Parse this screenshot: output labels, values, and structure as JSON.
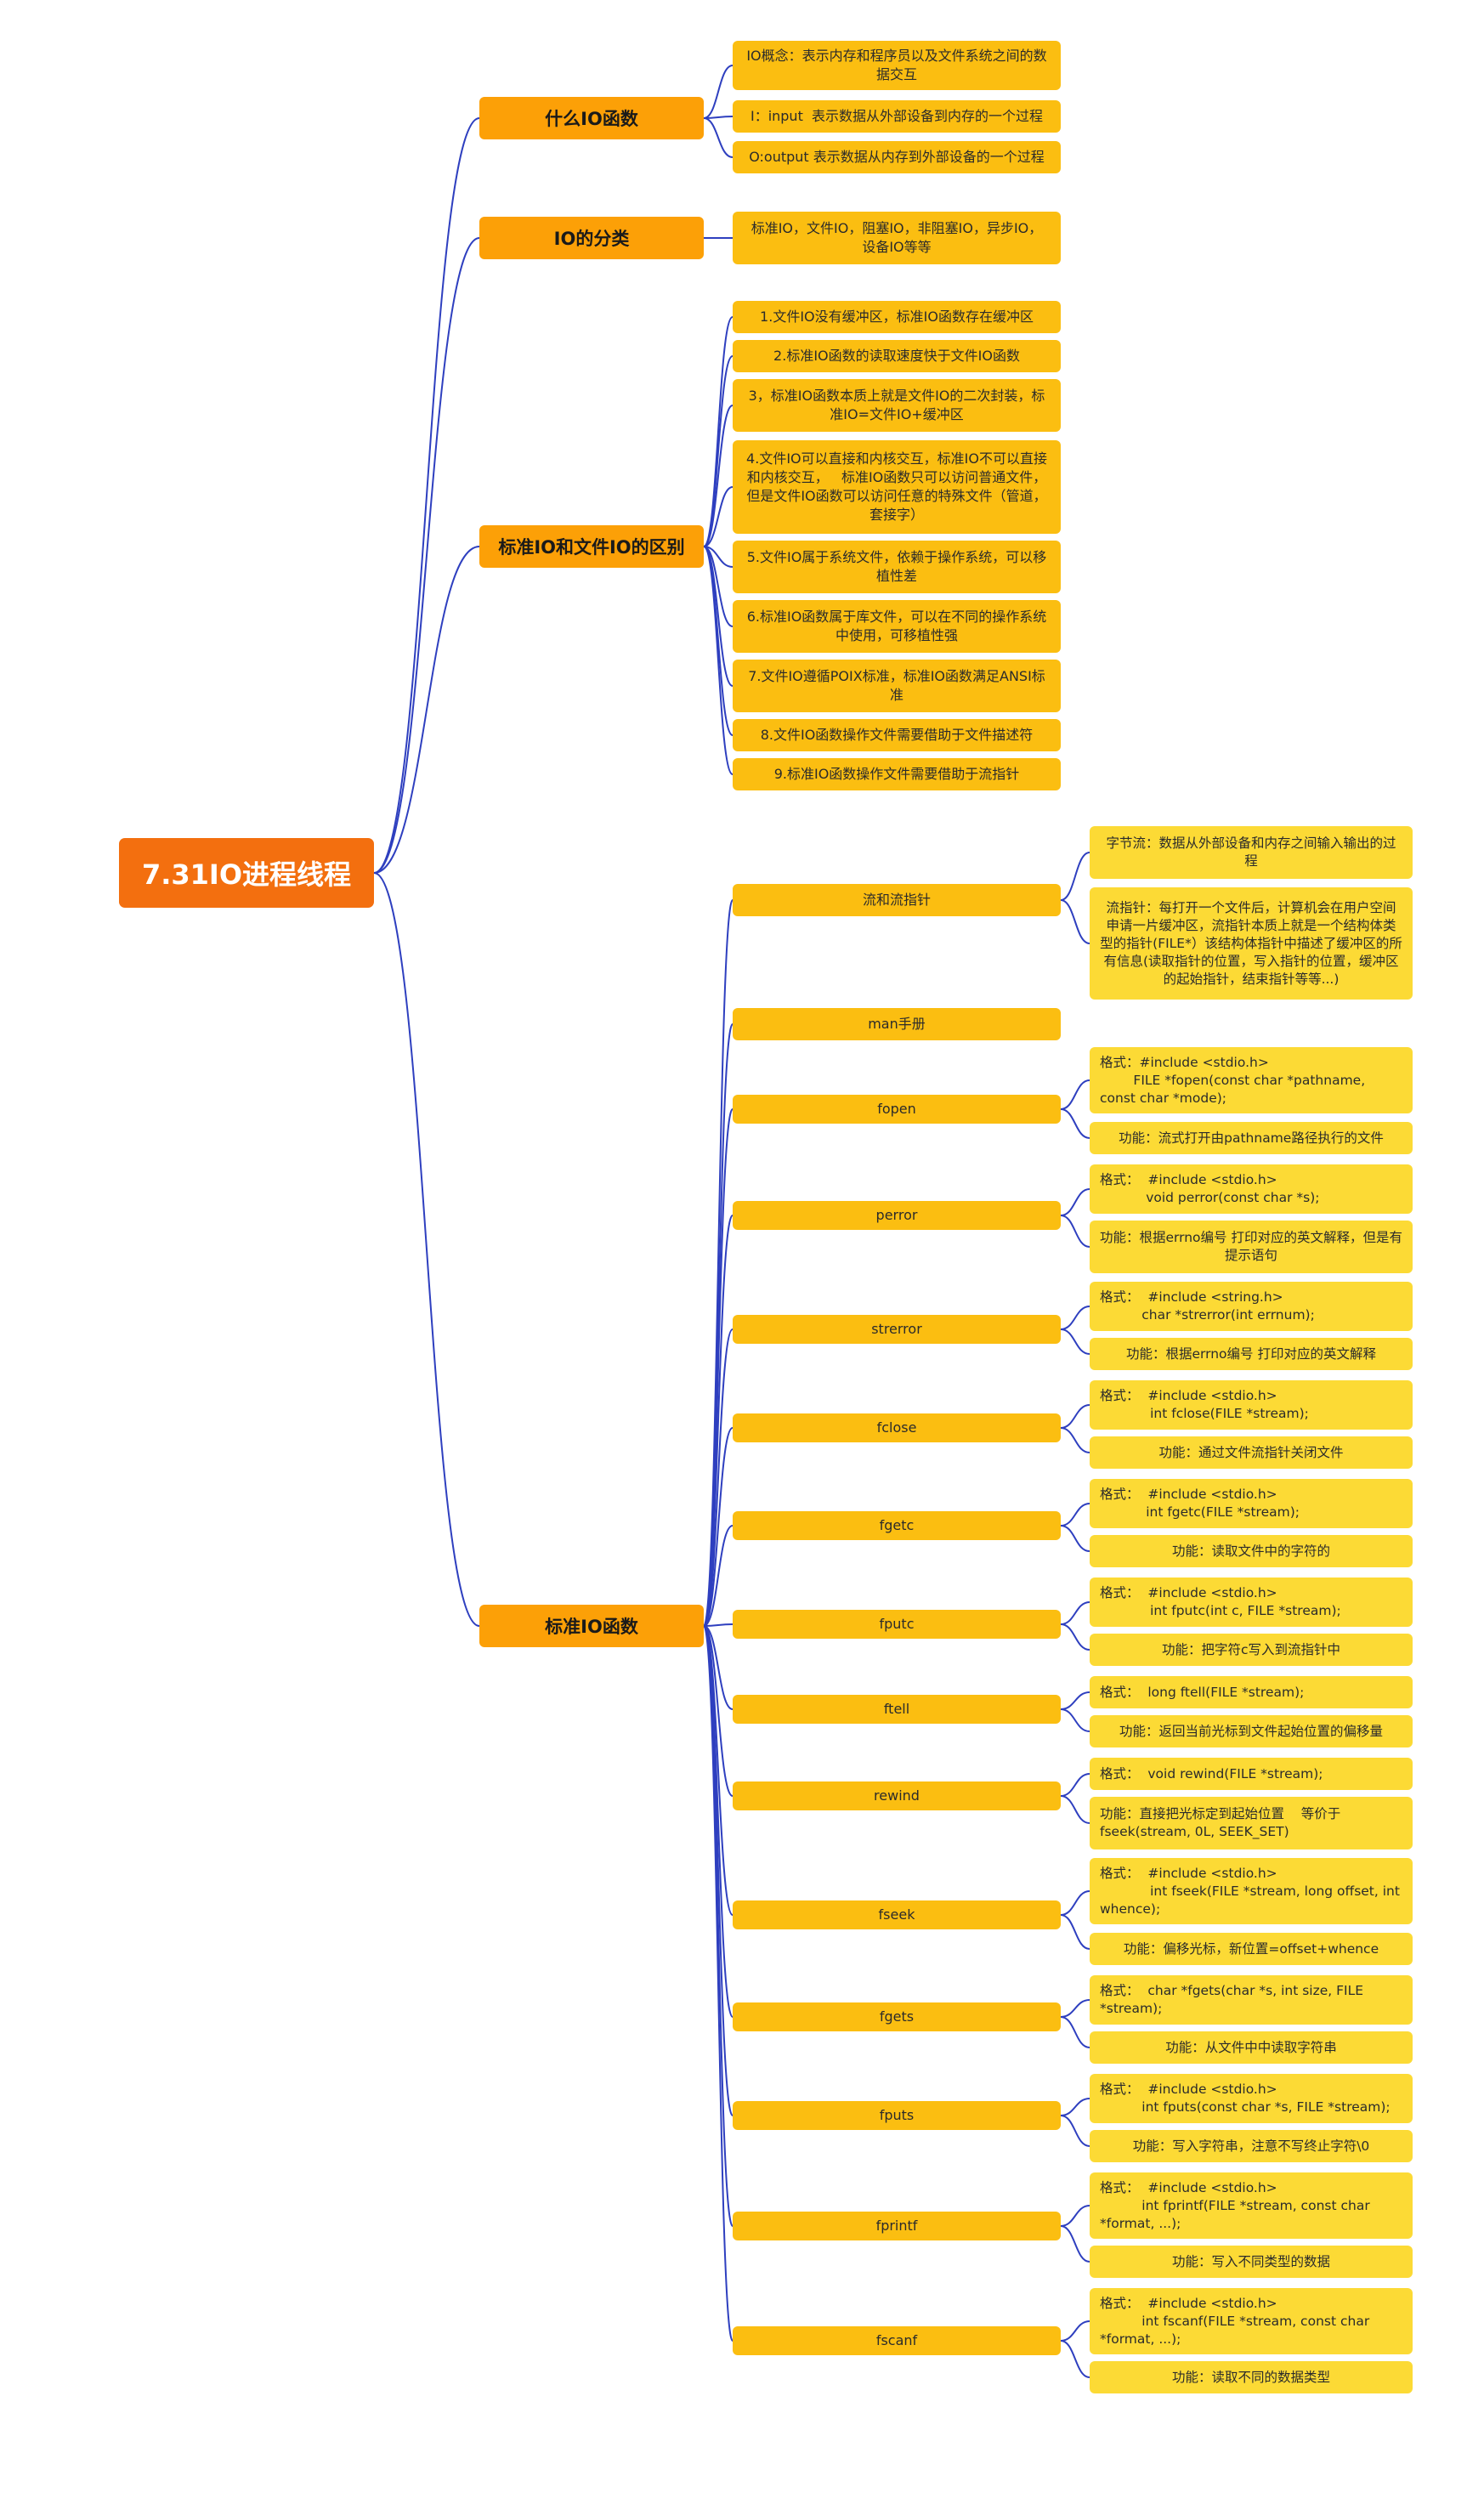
{
  "title": "7.31IO进程线程",
  "branches": [
    {
      "label": "什么IO函数",
      "children": [
        {
          "text": "IO概念：表示内存和程序员以及文件系统之间的数据交互"
        },
        {
          "text": "I：input  表示数据从外部设备到内存的一个过程"
        },
        {
          "text": "O:output 表示数据从内存到外部设备的一个过程"
        }
      ]
    },
    {
      "label": "IO的分类",
      "children": [
        {
          "text": "标准IO，文件IO，阻塞IO，非阻塞IO，异步IO，设备IO等等"
        }
      ]
    },
    {
      "label": "标准IO和文件IO的区别",
      "children": [
        {
          "text": "1.文件IO没有缓冲区，标准IO函数存在缓冲区"
        },
        {
          "text": "2.标准IO函数的读取速度快于文件IO函数"
        },
        {
          "text": "3，标准IO函数本质上就是文件IO的二次封装，标准IO=文件IO+缓冲区"
        },
        {
          "text": "4.文件IO可以直接和内核交互，标准IO不可以直接和内核交互，   标准IO函数只可以访问普通文件，但是文件IO函数可以访问任意的特殊文件（管道，套接字）"
        },
        {
          "text": "5.文件IO属于系统文件，依赖于操作系统，可以移植性差"
        },
        {
          "text": "6.标准IO函数属于库文件，可以在不同的操作系统中使用，可移植性强"
        },
        {
          "text": "7.文件IO遵循POIX标准，标准IO函数满足ANSI标准"
        },
        {
          "text": "8.文件IO函数操作文件需要借助于文件描述符"
        },
        {
          "text": "9.标准IO函数操作文件需要借助于流指针"
        }
      ]
    },
    {
      "label": "标准IO函数",
      "children": [
        {
          "text": "流和流指针",
          "children": [
            "字节流：数据从外部设备和内存之间输入输出的过程",
            "流指针：每打开一个文件后，计算机会在用户空间申请一片缓冲区，流指针本质上就是一个结构体类型的指针(FILE*）该结构体指针中描述了缓冲区的所有信息(读取指针的位置，写入指针的位置，缓冲区的起始指针，结束指针等等...)"
          ]
        },
        {
          "text": "man手册",
          "children": []
        },
        {
          "text": "fopen",
          "children": [
            "格式：#include <stdio.h>\n        FILE *fopen(const char *pathname, const char *mode);",
            "功能：流式打开由pathname路径执行的文件"
          ]
        },
        {
          "text": "perror",
          "children": [
            "格式：  #include <stdio.h>\n           void perror(const char *s);",
            "功能：根据errno编号 打印对应的英文解释，但是有提示语句"
          ]
        },
        {
          "text": "strerror",
          "children": [
            "格式：  #include <string.h>\n          char *strerror(int errnum);",
            "功能：根据errno编号 打印对应的英文解释"
          ]
        },
        {
          "text": "fclose",
          "children": [
            "格式：  #include <stdio.h>\n            int fclose(FILE *stream);",
            "功能：通过文件流指针关闭文件"
          ]
        },
        {
          "text": "fgetc",
          "children": [
            "格式：  #include <stdio.h>\n           int fgetc(FILE *stream);",
            "功能：读取文件中的字符的"
          ]
        },
        {
          "text": "fputc",
          "children": [
            "格式：  #include <stdio.h>\n            int fputc(int c, FILE *stream);",
            "功能：把字符c写入到流指针中"
          ]
        },
        {
          "text": "ftell",
          "children": [
            "格式：  long ftell(FILE *stream);",
            "功能：返回当前光标到文件起始位置的偏移量"
          ]
        },
        {
          "text": "rewind",
          "children": [
            "格式：  void rewind(FILE *stream);",
            "功能：直接把光标定到起始位置    等价于fseek(stream, 0L, SEEK_SET)"
          ]
        },
        {
          "text": "fseek",
          "children": [
            "格式：  #include <stdio.h>\n            int fseek(FILE *stream, long offset, int whence);",
            "功能：偏移光标，新位置=offset+whence"
          ]
        },
        {
          "text": "fgets",
          "children": [
            "格式：  char *fgets(char *s, int size, FILE *stream);",
            "功能：从文件中中读取字符串"
          ]
        },
        {
          "text": "fputs",
          "children": [
            "格式：  #include <stdio.h>\n          int fputs(const char *s, FILE *stream);",
            "功能：写入字符串，注意不写终止字符\\0"
          ]
        },
        {
          "text": "fprintf",
          "children": [
            "格式：  #include <stdio.h>\n          int fprintf(FILE *stream, const char *format, ...);",
            "功能：写入不同类型的数据"
          ]
        },
        {
          "text": "fscanf",
          "children": [
            "格式：  #include <stdio.h>\n          int fscanf(FILE *stream, const char *format, ...);",
            "功能：读取不同的数据类型"
          ]
        }
      ]
    }
  ]
}
